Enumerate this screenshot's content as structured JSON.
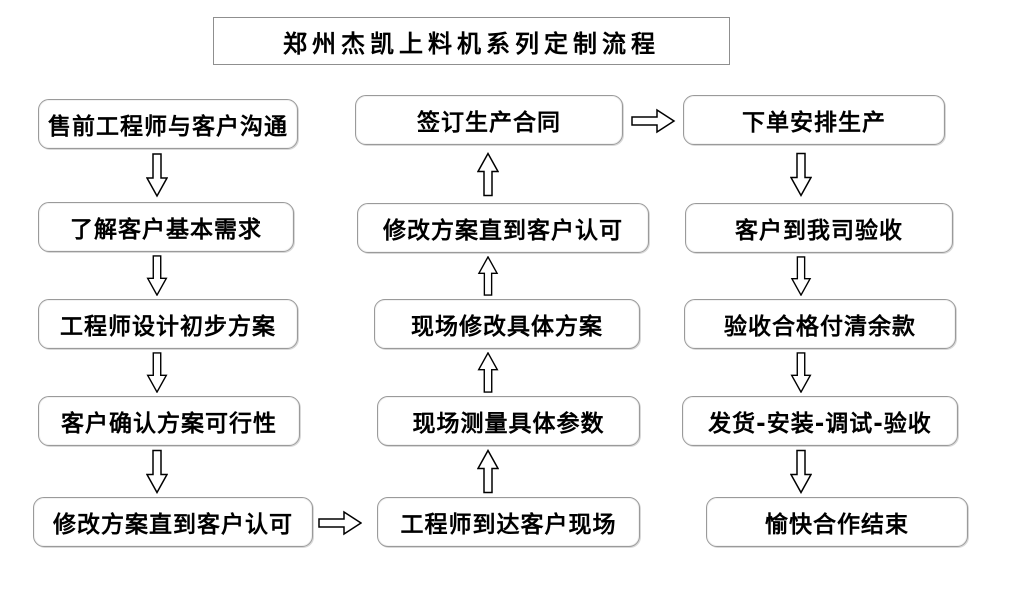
{
  "title": "郑州杰凯上料机系列定制流程",
  "steps": {
    "left": [
      "售前工程师与客户沟通",
      "了解客户基本需求",
      "工程师设计初步方案",
      "客户确认方案可行性",
      "修改方案直到客户认可"
    ],
    "middle": [
      "签订生产合同",
      "修改方案直到客户认可",
      "现场修改具体方案",
      "现场测量具体参数",
      "工程师到达客户现场"
    ],
    "right": [
      "下单安排生产",
      "客户到我司验收",
      "验收合格付清余款",
      "发货-安装-调试-验收",
      "愉快合作结束"
    ]
  },
  "icons": {
    "down_arrow": "flow-arrow-down-icon",
    "up_arrow": "flow-arrow-up-icon",
    "right_arrow": "flow-arrow-right-icon"
  },
  "colors": {
    "background": "#ffffff",
    "box_border": "#9a9a9a",
    "arrow_outline": "#000000",
    "text": "#000000"
  }
}
